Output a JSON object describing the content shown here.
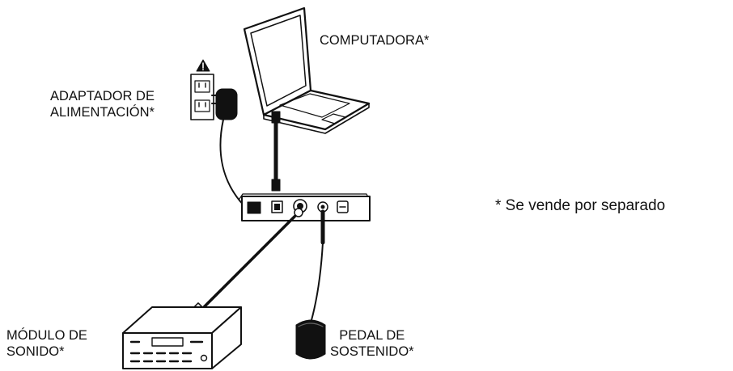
{
  "labels": {
    "computer": "COMPUTADORA*",
    "adapter_line1": "ADAPTADOR DE",
    "adapter_line2": "ALIMENTACIÓN*",
    "note": "* Se vende por separado",
    "sound_line1": "MÓDULO DE",
    "sound_line2": "SONIDO*",
    "pedal_line1": "PEDAL DE",
    "pedal_line2": "SOSTENIDO*"
  },
  "icons": {
    "warning": "warning-triangle-icon",
    "outlet": "wall-outlet-icon"
  },
  "colors": {
    "ink": "#111111",
    "background": "#ffffff"
  }
}
